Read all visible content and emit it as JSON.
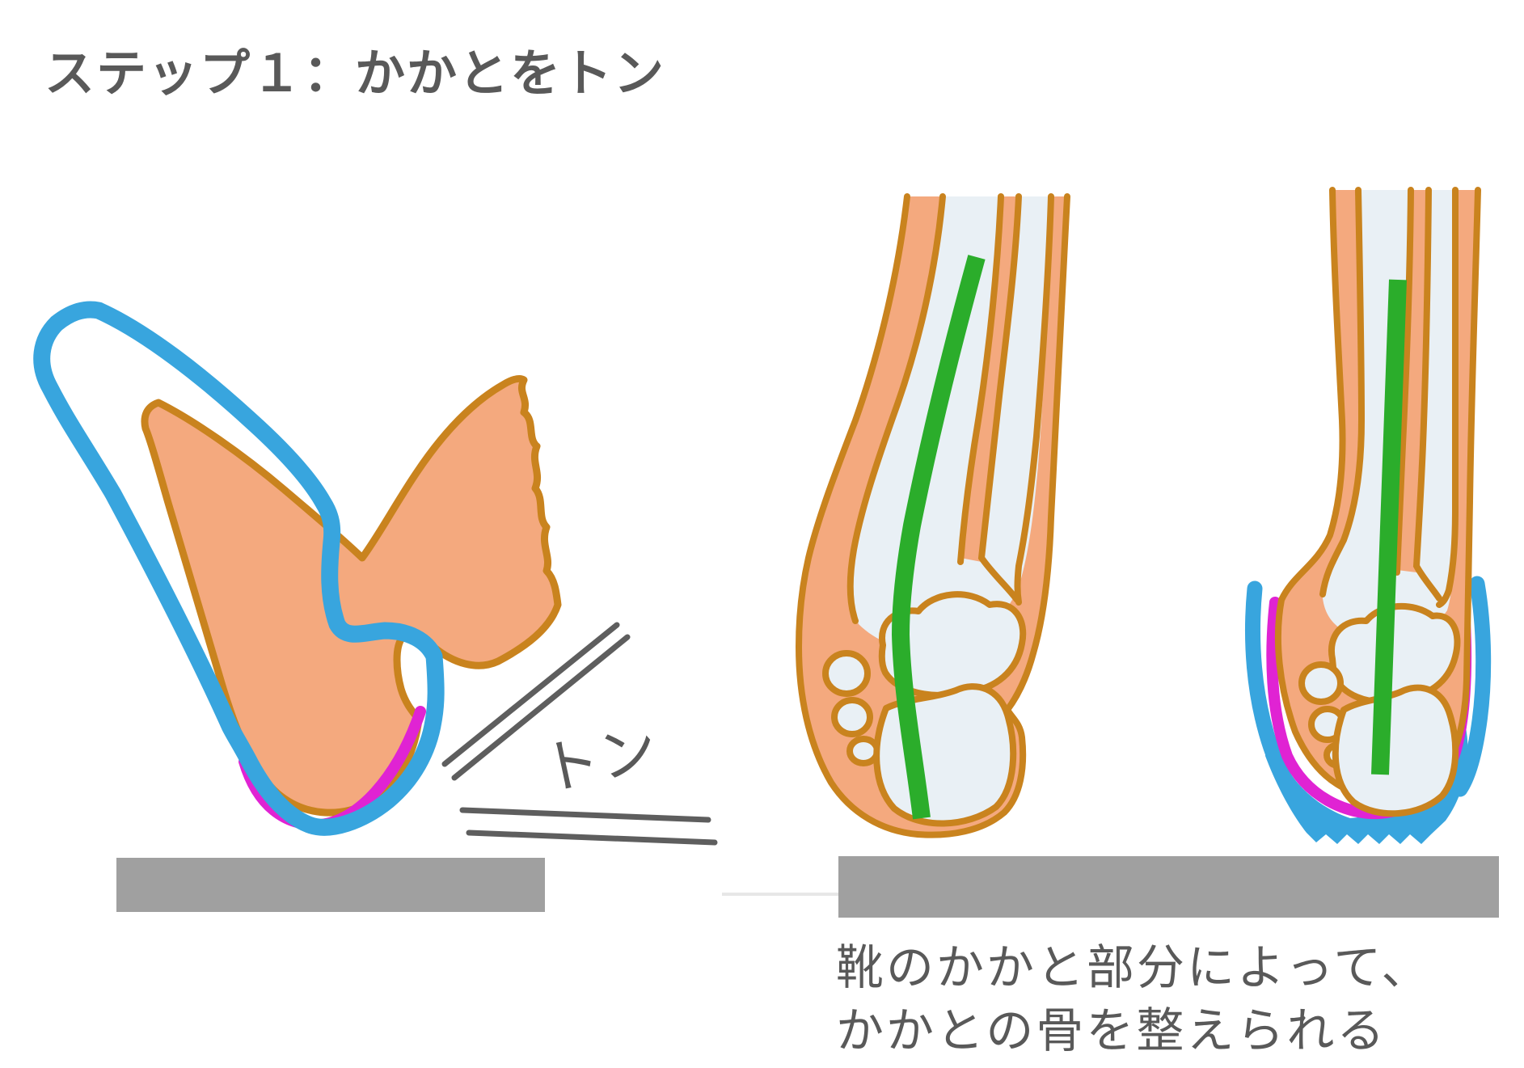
{
  "title": "ステップ１：かかとをトン",
  "left_illustration": {
    "description": "side view of a foot in a shoe tapping its heel on the ground",
    "sound_label": "トン"
  },
  "right_illustration": {
    "description": "two rear views of the heel bone: bare heel with bent alignment line, and heel held straight by the shoe heel counter",
    "caption_line1": "靴のかかと部分によって、",
    "caption_line2": "かかとの骨を整えられる"
  },
  "colors": {
    "skin_fill": "#F4A97E",
    "skin_outline": "#C9831E",
    "bone_fill": "#E9F0F5",
    "shoe_blue": "#38A5DE",
    "heel_liner_magenta": "#E023D3",
    "alignment_green": "#2BAD2B",
    "ground_gray": "#A0A0A0",
    "text_gray": "#595959",
    "tap_line_gray": "#5E5E5E"
  }
}
